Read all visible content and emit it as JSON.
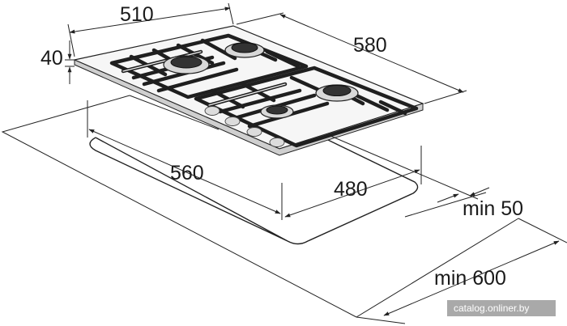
{
  "dimensions": {
    "width": "510",
    "depth": "580",
    "height": "40",
    "cutout_width": "560",
    "cutout_depth": "480",
    "min_side": "min 50",
    "min_worktop": "min 600"
  },
  "watermark": "catalog.onliner.by",
  "colors": {
    "line": "#222222",
    "glass": "#f6f6f6",
    "grate": "#1f1f1f",
    "burner": "#333333",
    "knob": "#dcdcdc"
  }
}
